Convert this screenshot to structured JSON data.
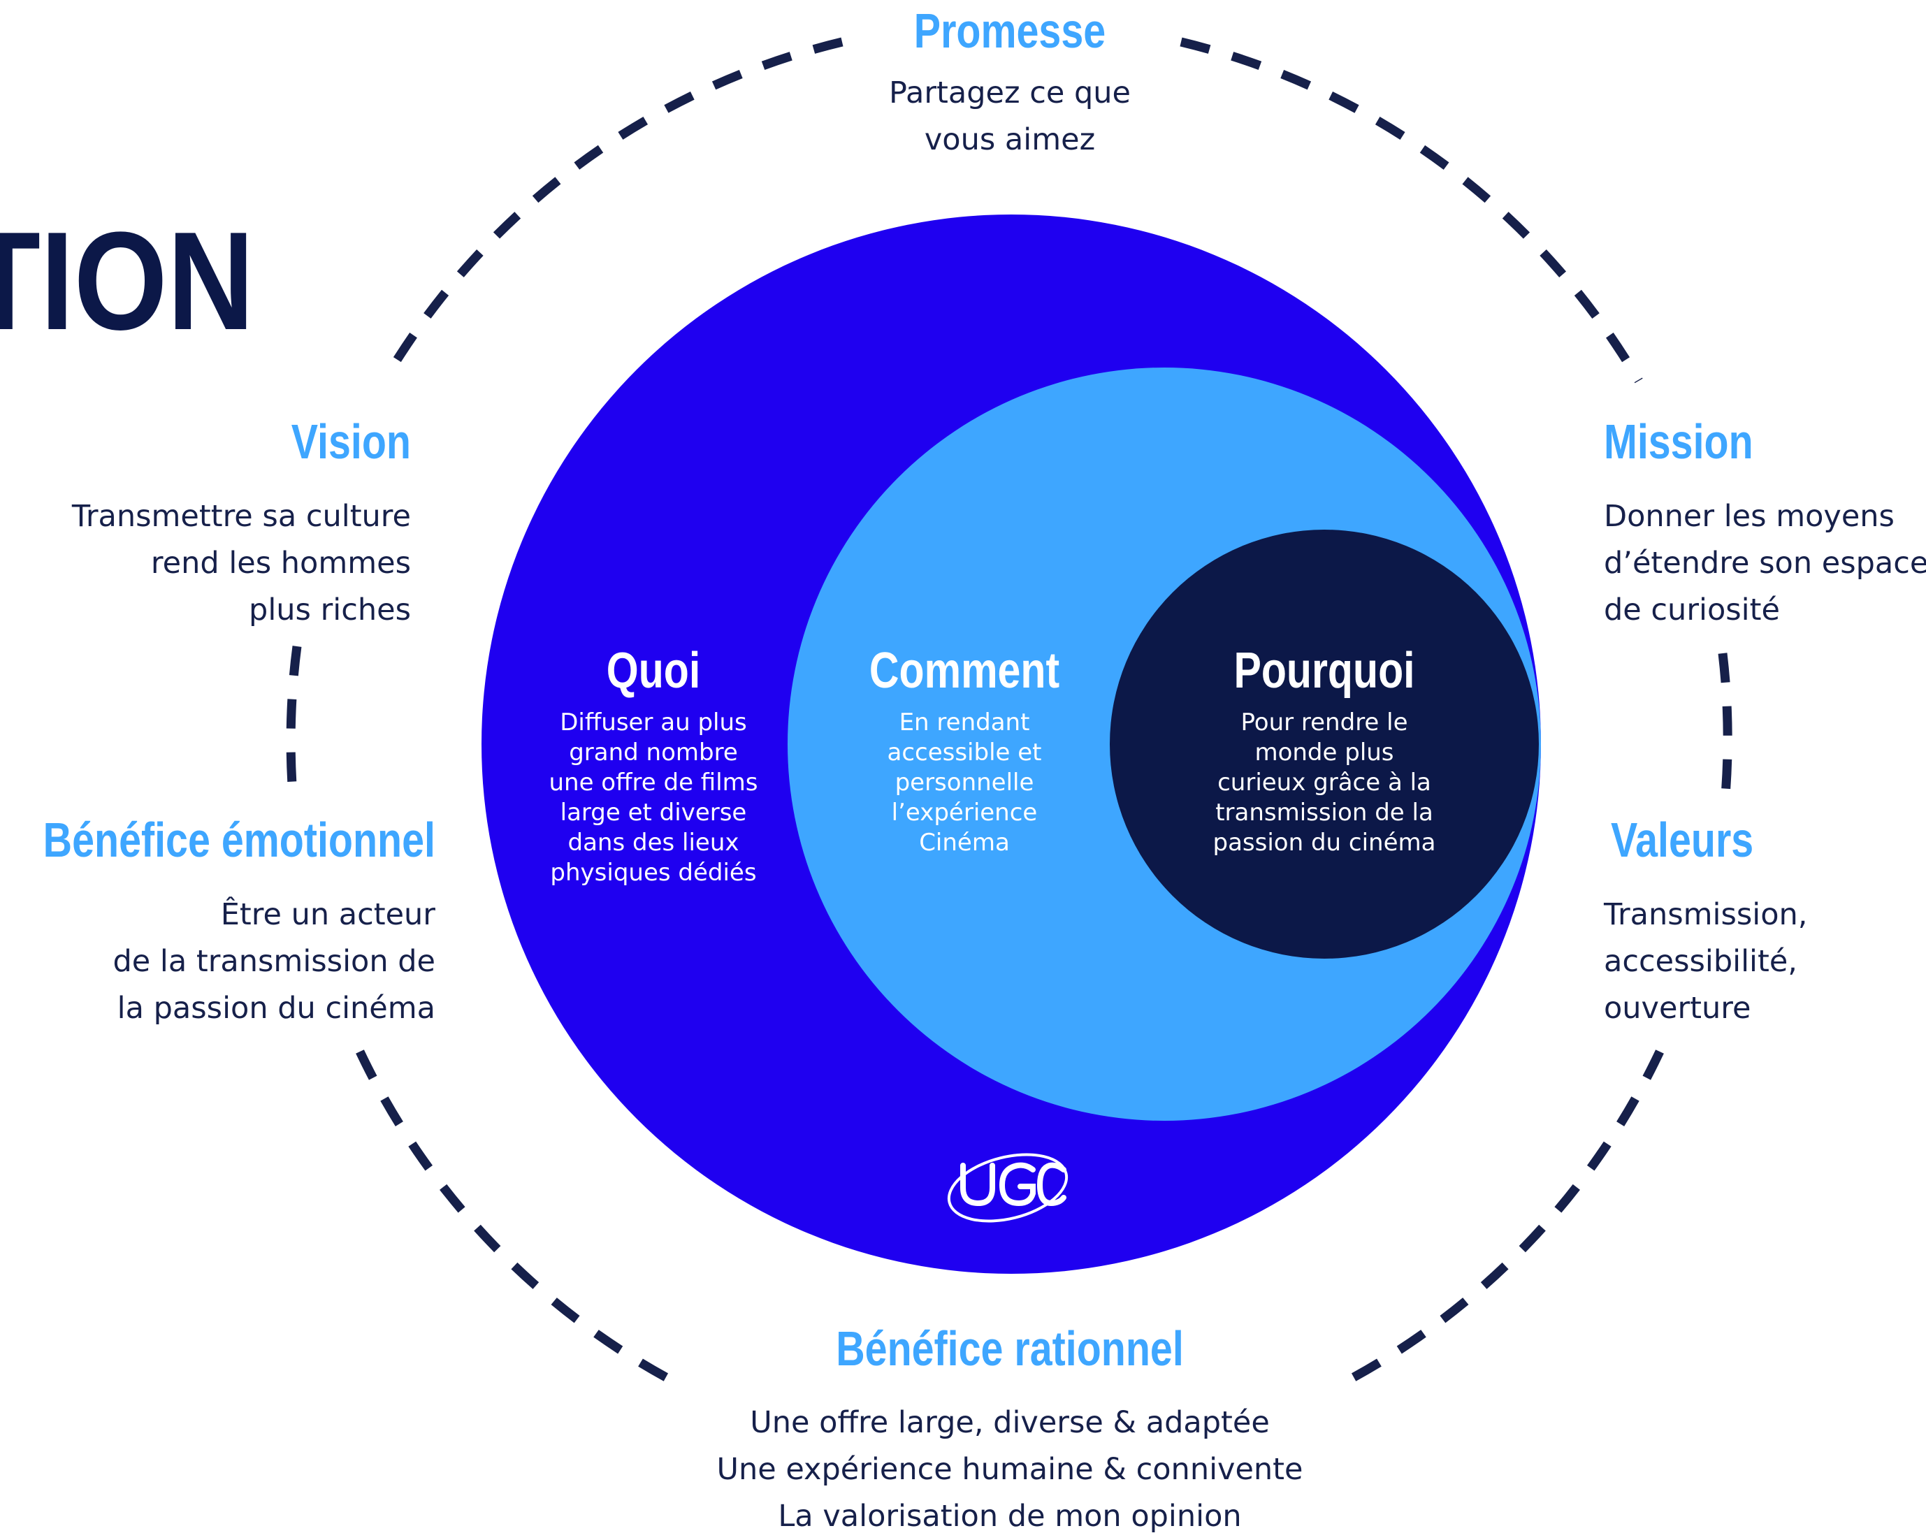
{
  "title_fragment": "TION",
  "colors": {
    "outer_circle": "#1f00f0",
    "middle_circle": "#3ea6ff",
    "inner_circle": "#0c1848",
    "heading": "#3ea6ff",
    "text": "#16204a",
    "dashes": "#16204a"
  },
  "promesse": {
    "heading": "Promesse",
    "lines": [
      "Partagez ce que",
      "vous aimez"
    ]
  },
  "vision": {
    "heading": "Vision",
    "lines": [
      "Transmettre sa culture",
      "rend les hommes",
      "plus riches"
    ]
  },
  "mission": {
    "heading": "Mission",
    "lines": [
      "Donner les moyens",
      "d’étendre son espace",
      "de curiosité"
    ]
  },
  "benefice_emotionnel": {
    "heading": "Bénéfice émotionnel",
    "lines": [
      "Être un acteur",
      "de la transmission de",
      "la passion du cinéma"
    ]
  },
  "valeurs": {
    "heading": "Valeurs",
    "lines": [
      "Transmission,",
      "accessibilité,",
      "ouverture"
    ]
  },
  "benefice_rationnel": {
    "heading": "Bénéfice rationnel",
    "lines": [
      "Une offre large, diverse & adaptée",
      "Une expérience humaine & connivente",
      "La valorisation de mon opinion"
    ]
  },
  "quoi": {
    "title": "Quoi",
    "lines": [
      "Diffuser au plus",
      "grand nombre",
      "une offre de films",
      "large et diverse",
      "dans des lieux",
      "physiques dédiés"
    ]
  },
  "comment": {
    "title": "Comment",
    "lines": [
      "En rendant",
      "accessible et",
      "personnelle",
      "l’expérience",
      "Cinéma"
    ]
  },
  "pourquoi": {
    "title": "Pourquoi",
    "lines": [
      "Pour rendre le",
      "monde plus",
      "curieux grâce à la",
      "transmission de la",
      "passion du cinéma"
    ]
  },
  "logo": {
    "text": "UGC"
  }
}
